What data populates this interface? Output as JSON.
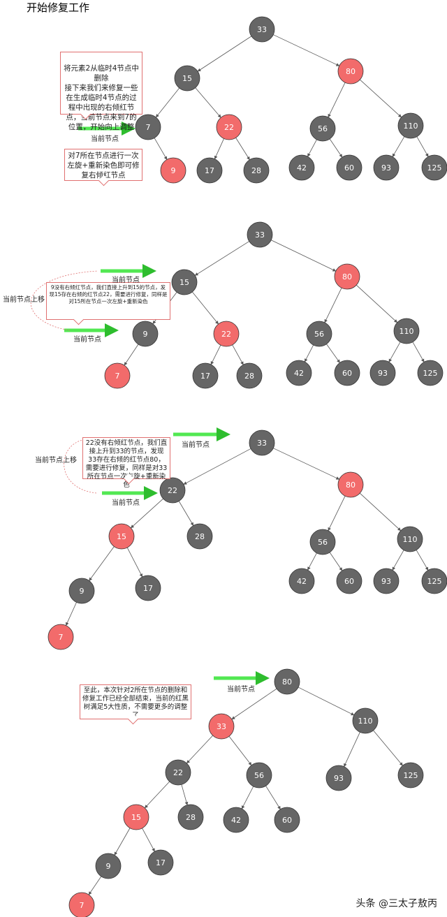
{
  "title": "开始修复工作",
  "colors": {
    "black_node": "#666666",
    "red_node": "#f26b6b",
    "arrow": "#52e852",
    "note_border": "#e07070",
    "edge": "#555555"
  },
  "current_label": "当前节点",
  "move_up_label": "当前节点上移",
  "panels": [
    {
      "id": "p1",
      "notes": [
        "将元素2从临时4节点中删除\n接下来我们来修复一些在生成临时4节点的过程中出现的右倾红节点，当前节点来到7的位置，开始向上调整",
        "对7所在节点进行一次左旋+重新染色即可修复右倾红节点"
      ],
      "nodes": [
        {
          "v": "33",
          "c": "black"
        },
        {
          "v": "15",
          "c": "black"
        },
        {
          "v": "80",
          "c": "red"
        },
        {
          "v": "7",
          "c": "black"
        },
        {
          "v": "22",
          "c": "red"
        },
        {
          "v": "56",
          "c": "black"
        },
        {
          "v": "110",
          "c": "black"
        },
        {
          "v": "9",
          "c": "red"
        },
        {
          "v": "17",
          "c": "black"
        },
        {
          "v": "28",
          "c": "black"
        },
        {
          "v": "42",
          "c": "black"
        },
        {
          "v": "60",
          "c": "black"
        },
        {
          "v": "93",
          "c": "black"
        },
        {
          "v": "125",
          "c": "black"
        }
      ]
    },
    {
      "id": "p2",
      "notes": [
        "9没有右倾红节点，我们直接上升到15的节点，发现15存在右倾的红节点22，需要进行修复，同样是对15所在节点一次左旋+重新染色"
      ],
      "nodes": [
        {
          "v": "33",
          "c": "black"
        },
        {
          "v": "15",
          "c": "black"
        },
        {
          "v": "80",
          "c": "red"
        },
        {
          "v": "9",
          "c": "black"
        },
        {
          "v": "22",
          "c": "red"
        },
        {
          "v": "56",
          "c": "black"
        },
        {
          "v": "110",
          "c": "black"
        },
        {
          "v": "7",
          "c": "red"
        },
        {
          "v": "17",
          "c": "black"
        },
        {
          "v": "28",
          "c": "black"
        },
        {
          "v": "42",
          "c": "black"
        },
        {
          "v": "60",
          "c": "black"
        },
        {
          "v": "93",
          "c": "black"
        },
        {
          "v": "125",
          "c": "black"
        }
      ]
    },
    {
      "id": "p3",
      "notes": [
        "22没有右倾红节点，我们直接上升到33的节点，发现33存在右倾的红节点80，需要进行修复，同样是对33所在节点一次左旋+重新染色"
      ],
      "nodes": [
        {
          "v": "33",
          "c": "black"
        },
        {
          "v": "22",
          "c": "black"
        },
        {
          "v": "80",
          "c": "red"
        },
        {
          "v": "15",
          "c": "red"
        },
        {
          "v": "28",
          "c": "black"
        },
        {
          "v": "56",
          "c": "black"
        },
        {
          "v": "110",
          "c": "black"
        },
        {
          "v": "9",
          "c": "black"
        },
        {
          "v": "17",
          "c": "black"
        },
        {
          "v": "42",
          "c": "black"
        },
        {
          "v": "60",
          "c": "black"
        },
        {
          "v": "93",
          "c": "black"
        },
        {
          "v": "125",
          "c": "black"
        },
        {
          "v": "7",
          "c": "red"
        }
      ]
    },
    {
      "id": "p4",
      "notes": [
        "至此，本次针对2所在节点的删除和修复工作已经全部结束，当前的红黑树满足5大性质，不需要更多的调整了"
      ],
      "nodes": [
        {
          "v": "80",
          "c": "black"
        },
        {
          "v": "33",
          "c": "red"
        },
        {
          "v": "110",
          "c": "black"
        },
        {
          "v": "22",
          "c": "black"
        },
        {
          "v": "56",
          "c": "black"
        },
        {
          "v": "93",
          "c": "black"
        },
        {
          "v": "125",
          "c": "black"
        },
        {
          "v": "15",
          "c": "red"
        },
        {
          "v": "28",
          "c": "black"
        },
        {
          "v": "42",
          "c": "black"
        },
        {
          "v": "60",
          "c": "black"
        },
        {
          "v": "9",
          "c": "black"
        },
        {
          "v": "17",
          "c": "black"
        },
        {
          "v": "7",
          "c": "red"
        }
      ]
    }
  ],
  "watermark": "头条 @三太子敖丙"
}
